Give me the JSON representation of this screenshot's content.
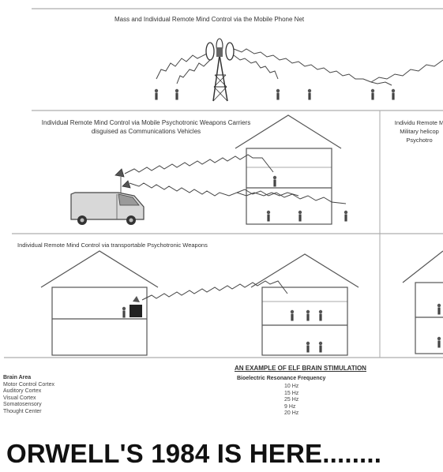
{
  "panels": {
    "mobile_network": {
      "title": "Mass and Individual Remote Mind Control via the Mobile Phone Net"
    },
    "vehicle": {
      "title": "Individual Remote Mind Control via Mobile Psychotronic Weapons Carriers disguised as Communications Vehicles"
    },
    "military": {
      "title": "Individu Remote M Military helicop Psychotro"
    },
    "transportable": {
      "title": "Individual Remote Mind Control via transportable Psychotronic Weapons"
    }
  },
  "elf_table": {
    "title": "AN EXAMPLE OF ELF BRAIN STIMULATION",
    "col_area": "Brain Area",
    "col_freq": "Bioelectric Resonance Frequency",
    "rows": [
      {
        "area": "Motor Control Cortex",
        "freq": "10 Hz"
      },
      {
        "area": "Auditory Cortex",
        "freq": "15 Hz"
      },
      {
        "area": "Visual Cortex",
        "freq": "25 Hz"
      },
      {
        "area": "Somatosensory",
        "freq": "9 Hz"
      },
      {
        "area": "Thought Center",
        "freq": "20 Hz"
      }
    ]
  },
  "headline": "ORWELL'S 1984 IS HERE........"
}
